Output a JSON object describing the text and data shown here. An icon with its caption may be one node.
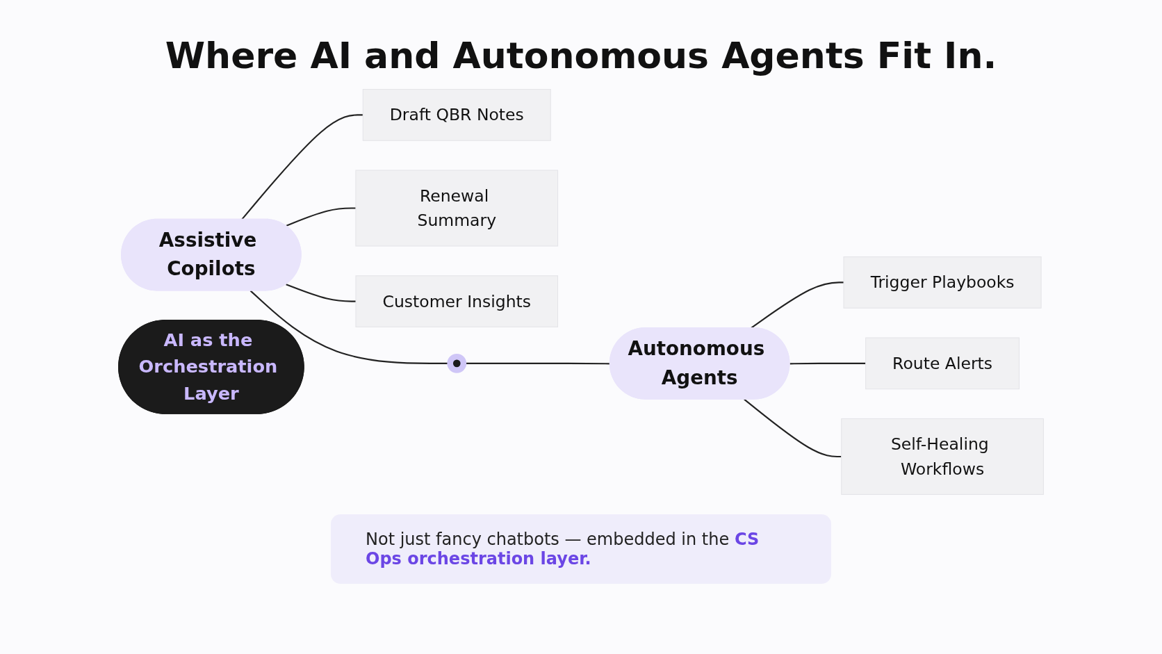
{
  "diagram": {
    "title": "Where AI and Autonomous Agents Fit In.",
    "nodes": [
      {
        "text": [
          "Assistive Copilots"
        ]
      },
      {
        "text": [
          "Draft QBR Notes"
        ]
      },
      {
        "text": [
          "Renewal Summary"
        ]
      },
      {
        "text": [
          "Customer Insights"
        ]
      },
      {
        "text": [],
        "shape": "circle"
      },
      {
        "text": [
          "AI as the Orchestration Layer"
        ]
      },
      {
        "text": [
          "Autonomous Agents"
        ]
      },
      {
        "text": [
          "Trigger Playbooks"
        ]
      },
      {
        "text": [
          "Route Alerts"
        ]
      },
      {
        "text": [
          "Self-Healing Workflows"
        ]
      }
    ],
    "edges": [
      {
        "from": 0,
        "to": 1,
        "arrow": "none"
      },
      {
        "from": 0,
        "to": 2,
        "arrow": "none"
      },
      {
        "from": 0,
        "to": 3,
        "arrow": "none"
      },
      {
        "from": 0,
        "to": 4,
        "arrow": "none"
      },
      {
        "from": 4,
        "to": 6,
        "arrow": "none"
      },
      {
        "from": 6,
        "to": 7,
        "arrow": "none"
      },
      {
        "from": 6,
        "to": 8,
        "arrow": "none"
      },
      {
        "from": 6,
        "to": 9,
        "arrow": "none"
      }
    ],
    "labels": [
      "Not just fancy chatbots — embedded in the **CS Ops orchestration layer.**"
    ]
  }
}
